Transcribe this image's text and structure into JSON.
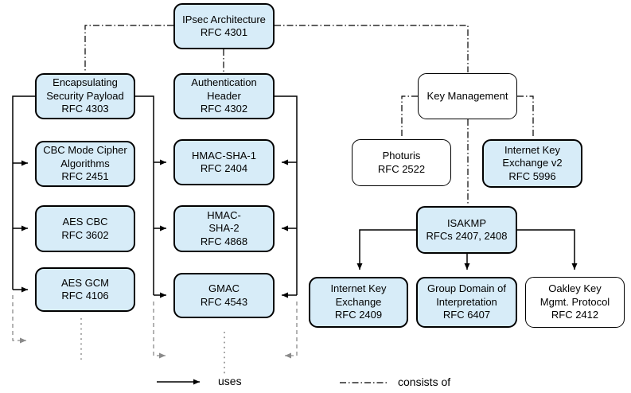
{
  "nodes": {
    "ipsec_architecture": {
      "label": "IPsec Architecture\nRFC 4301",
      "fill": "blue"
    },
    "encapsulating_security_payload": {
      "label": "Encapsulating\nSecurity Payload\nRFC 4303",
      "fill": "blue"
    },
    "authentication_header": {
      "label": "Authentication\nHeader\nRFC 4302",
      "fill": "blue"
    },
    "key_management": {
      "label": "Key Management",
      "fill": "white"
    },
    "cbc_mode_cipher_algorithms": {
      "label": "CBC Mode Cipher\nAlgorithms\nRFC 2451",
      "fill": "blue"
    },
    "hmac_sha_1": {
      "label": "HMAC-SHA-1\nRFC 2404",
      "fill": "blue"
    },
    "photuris": {
      "label": "Photuris\nRFC 2522",
      "fill": "white"
    },
    "internet_key_exchange_v2": {
      "label": "Internet Key\nExchange v2\nRFC 5996",
      "fill": "blue"
    },
    "aes_cbc": {
      "label": "AES CBC\nRFC 3602",
      "fill": "blue"
    },
    "hmac_sha_2": {
      "label": "HMAC-\nSHA-2\nRFC 4868",
      "fill": "blue"
    },
    "isakmp": {
      "label": "ISAKMP\nRFCs 2407, 2408",
      "fill": "blue"
    },
    "aes_gcm": {
      "label": "AES GCM\nRFC 4106",
      "fill": "blue"
    },
    "gmac": {
      "label": "GMAC\nRFC 4543",
      "fill": "blue"
    },
    "internet_key_exchange": {
      "label": "Internet Key\nExchange\nRFC 2409",
      "fill": "blue"
    },
    "group_domain_of_interpretation": {
      "label": "Group Domain of\nInterpretation\nRFC 6407",
      "fill": "blue"
    },
    "oakley_key_mgmt_protocol": {
      "label": "Oakley Key\nMgmt. Protocol\nRFC 2412",
      "fill": "white"
    }
  },
  "legend": {
    "uses": "uses",
    "consists_of": "consists of"
  },
  "edges": {
    "consists_of": [
      {
        "from": "IPsec Architecture",
        "to": "Encapsulating Security Payload"
      },
      {
        "from": "IPsec Architecture",
        "to": "Authentication Header"
      },
      {
        "from": "IPsec Architecture",
        "to": "Key Management"
      },
      {
        "from": "Key Management",
        "to": "Photuris"
      },
      {
        "from": "Key Management",
        "to": "Internet Key Exchange v2"
      },
      {
        "from": "Key Management",
        "to": "ISAKMP"
      }
    ],
    "uses": [
      {
        "from": "Encapsulating Security Payload",
        "to": "CBC Mode Cipher Algorithms"
      },
      {
        "from": "Encapsulating Security Payload",
        "to": "AES CBC"
      },
      {
        "from": "Encapsulating Security Payload",
        "to": "AES GCM"
      },
      {
        "from": "Encapsulating Security Payload",
        "to": "HMAC-SHA-1"
      },
      {
        "from": "Encapsulating Security Payload",
        "to": "HMAC-SHA-2"
      },
      {
        "from": "Encapsulating Security Payload",
        "to": "GMAC"
      },
      {
        "from": "Authentication Header",
        "to": "HMAC-SHA-1"
      },
      {
        "from": "Authentication Header",
        "to": "HMAC-SHA-2"
      },
      {
        "from": "Authentication Header",
        "to": "GMAC"
      },
      {
        "from": "ISAKMP",
        "to": "Internet Key Exchange"
      },
      {
        "from": "ISAKMP",
        "to": "Group Domain of Interpretation"
      },
      {
        "from": "ISAKMP",
        "to": "Oakley Key Mgmt. Protocol"
      }
    ]
  },
  "colors": {
    "node_fill_blue": "#d7ecf8",
    "node_fill_white": "#ffffff",
    "node_border": "#000000",
    "connector_black": "#000000",
    "connector_gray": "#8a8a8a"
  }
}
